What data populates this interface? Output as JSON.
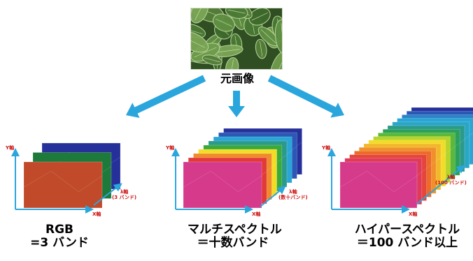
{
  "original_image": {
    "label": "元画像"
  },
  "panels": [
    {
      "id": "rgb",
      "title": "RGB",
      "subtitle": "=3 バンド",
      "y_axis": "Y軸",
      "x_axis": "X軸",
      "lambda_axis": [
        "λ軸",
        "(3 バンド)"
      ],
      "band_colors": [
        "#c04a2a",
        "#1d7a3a",
        "#25309a"
      ]
    },
    {
      "id": "multispectral",
      "title": "マルチスペクトル",
      "subtitle": "＝十数バンド",
      "y_axis": "Y軸",
      "x_axis": "X軸",
      "lambda_axis": [
        "λ軸",
        "(数十バンド)"
      ],
      "band_colors": [
        "#d63a8a",
        "#e23a3a",
        "#f08a2a",
        "#f2dc26",
        "#3aaa3a",
        "#2a9a8a",
        "#29a6d6",
        "#2b58b6",
        "#25309a"
      ]
    },
    {
      "id": "hyperspectral",
      "title": "ハイパースペクトル",
      "subtitle": "＝100 バンド以上",
      "y_axis": "Y軸",
      "x_axis": "X軸",
      "lambda_axis": [
        "λ軸",
        "(100 バンド)"
      ],
      "band_colors": [
        "#d63a8a",
        "#e03a5a",
        "#e5453a",
        "#ec6a2a",
        "#f0902a",
        "#f2b82a",
        "#f2dc26",
        "#b6d42a",
        "#5ab83a",
        "#2aa05a",
        "#2a9a8a",
        "#29a6c6",
        "#29a6d6",
        "#2b84c6",
        "#2b58b6",
        "#25309a"
      ]
    }
  ],
  "colors": {
    "arrow": "#2aa6dd",
    "axis_text": "#cc1111",
    "leaf": "#3c6a2c"
  }
}
